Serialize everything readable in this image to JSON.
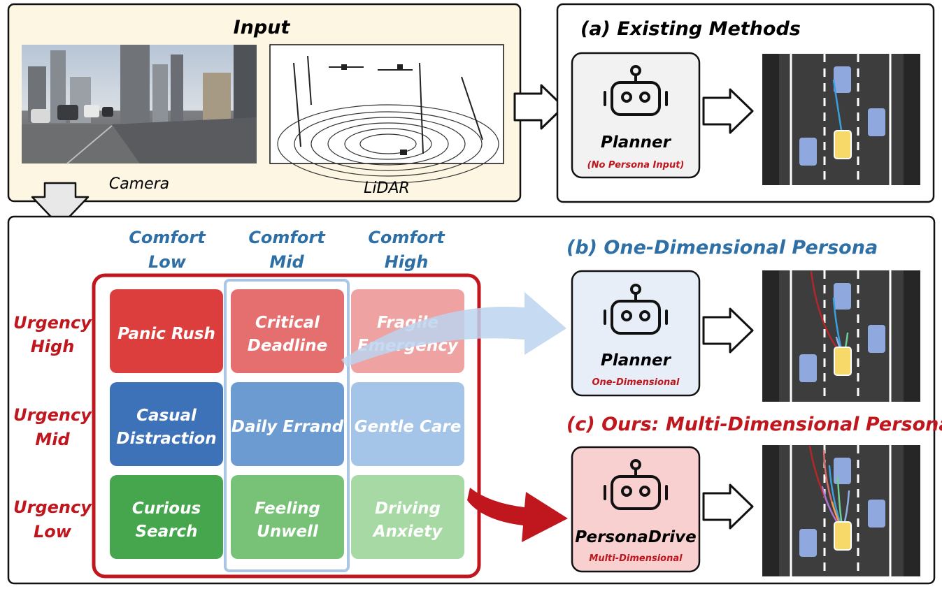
{
  "input": {
    "title": "Input",
    "camera_label": "Camera",
    "lidar_label": "LiDAR"
  },
  "existing": {
    "title": "(a) Existing Methods",
    "planner_label": "Planner",
    "planner_sub": "(No Persona Input)"
  },
  "one_dim": {
    "title": "(b) One-Dimensional Persona",
    "planner_label": "Planner",
    "planner_sub": "One-Dimensional"
  },
  "ours": {
    "title": "(c) Ours: Multi-Dimensional Persona",
    "planner_label": "PersonaDrive",
    "planner_sub": "Multi-Dimensional"
  },
  "grid": {
    "col_headers": [
      {
        "line1": "Comfort",
        "line2": "Low"
      },
      {
        "line1": "Comfort",
        "line2": "Mid"
      },
      {
        "line1": "Comfort",
        "line2": "High"
      }
    ],
    "row_headers": [
      {
        "line1": "Urgency",
        "line2": "High"
      },
      {
        "line1": "Urgency",
        "line2": "Mid"
      },
      {
        "line1": "Urgency",
        "line2": "Low"
      }
    ],
    "cells": [
      [
        {
          "line1": "Panic Rush",
          "line2": "",
          "color": "#dc3e3e"
        },
        {
          "line1": "Critical",
          "line2": "Deadline",
          "color": "#e56e6e"
        },
        {
          "line1": "Fragile",
          "line2": "Emergency",
          "color": "#eea2a2"
        }
      ],
      [
        {
          "line1": "Casual",
          "line2": "Distraction",
          "color": "#3d72b8"
        },
        {
          "line1": "Daily Errand",
          "line2": "",
          "color": "#6b9bd0"
        },
        {
          "line1": "Gentle Care",
          "line2": "",
          "color": "#a4c5e7"
        }
      ],
      [
        {
          "line1": "Curious",
          "line2": "Search",
          "color": "#46a64d"
        },
        {
          "line1": "Feeling",
          "line2": "Unwell",
          "color": "#78c278"
        },
        {
          "line1": "Driving",
          "line2": "Anxiety",
          "color": "#a7d9a4"
        }
      ]
    ]
  },
  "colors": {
    "blue_title": "#2e6fa6",
    "red_title": "#c0161d",
    "red_sub": "#c0161d",
    "input_bg": "#fcf6e2",
    "grid_border": "#c0161d",
    "mid_column_border": "#a9c6e6",
    "planner_a_bg": "#f2f2f2",
    "planner_b_bg": "#e8eef8",
    "planner_c_bg": "#f9d0d0",
    "road": "#3d3d3d",
    "road_edge": "#262626",
    "car": "#8fa8de",
    "ego": "#f7d96a"
  },
  "icons": {
    "planner": "robot-icon",
    "arrow": "hollow-arrow-icon"
  }
}
